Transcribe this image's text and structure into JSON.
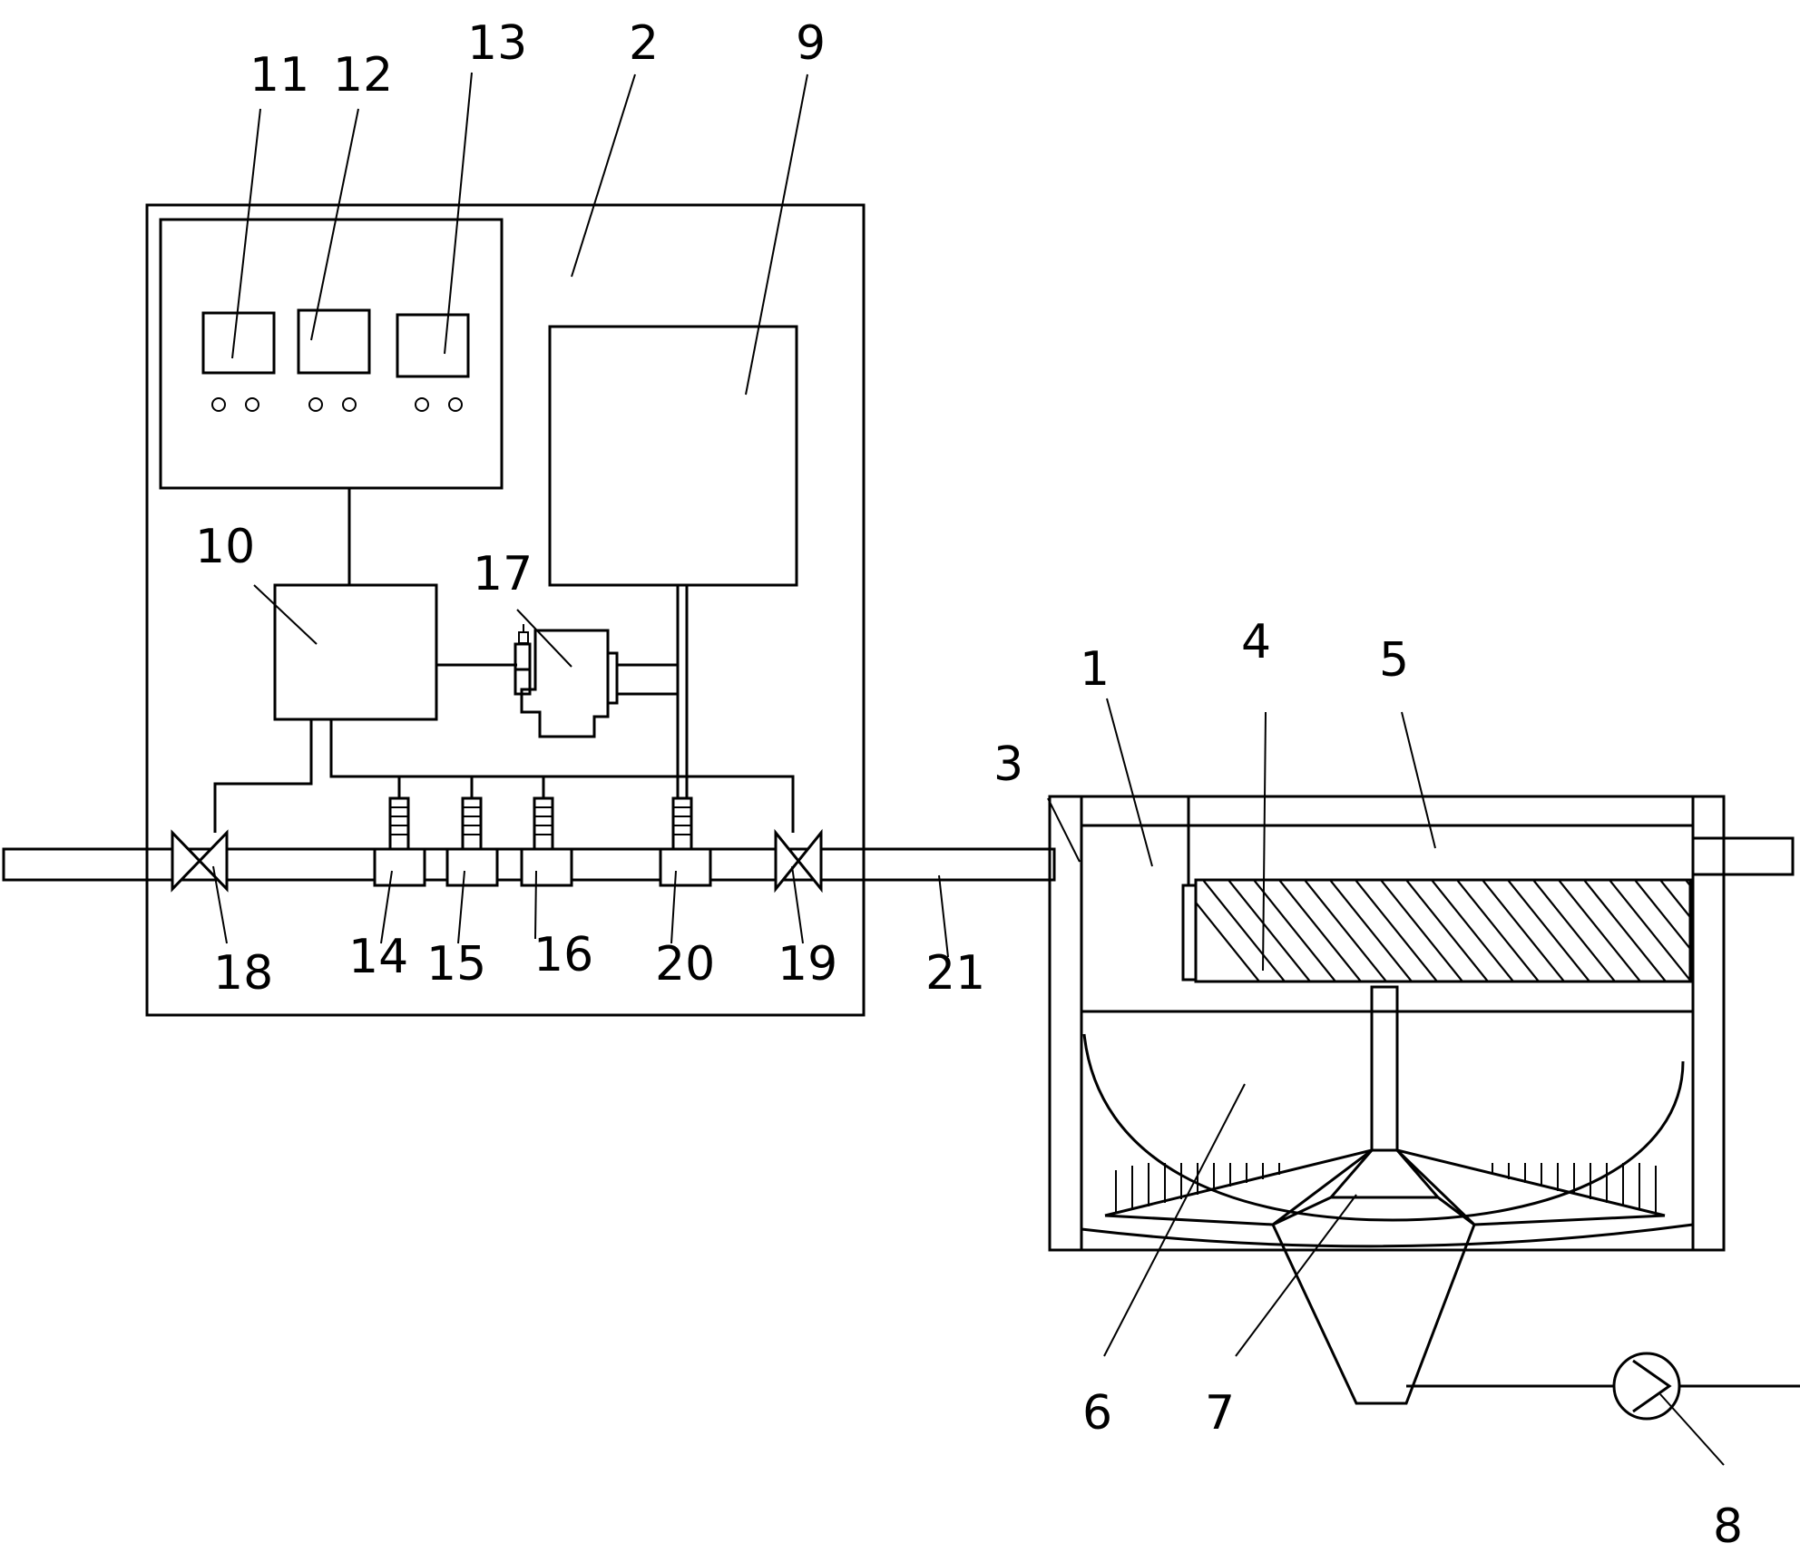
{
  "diagram": {
    "labels": {
      "n1": "1",
      "n2": "2",
      "n3": "3",
      "n4": "4",
      "n5": "5",
      "n6": "6",
      "n7": "7",
      "n8": "8",
      "n9": "9",
      "n10": "10",
      "n11": "11",
      "n12": "12",
      "n13": "13",
      "n14": "14",
      "n15": "15",
      "n16": "16",
      "n17": "17",
      "n18": "18",
      "n19": "19",
      "n20": "20",
      "n21": "21"
    }
  }
}
